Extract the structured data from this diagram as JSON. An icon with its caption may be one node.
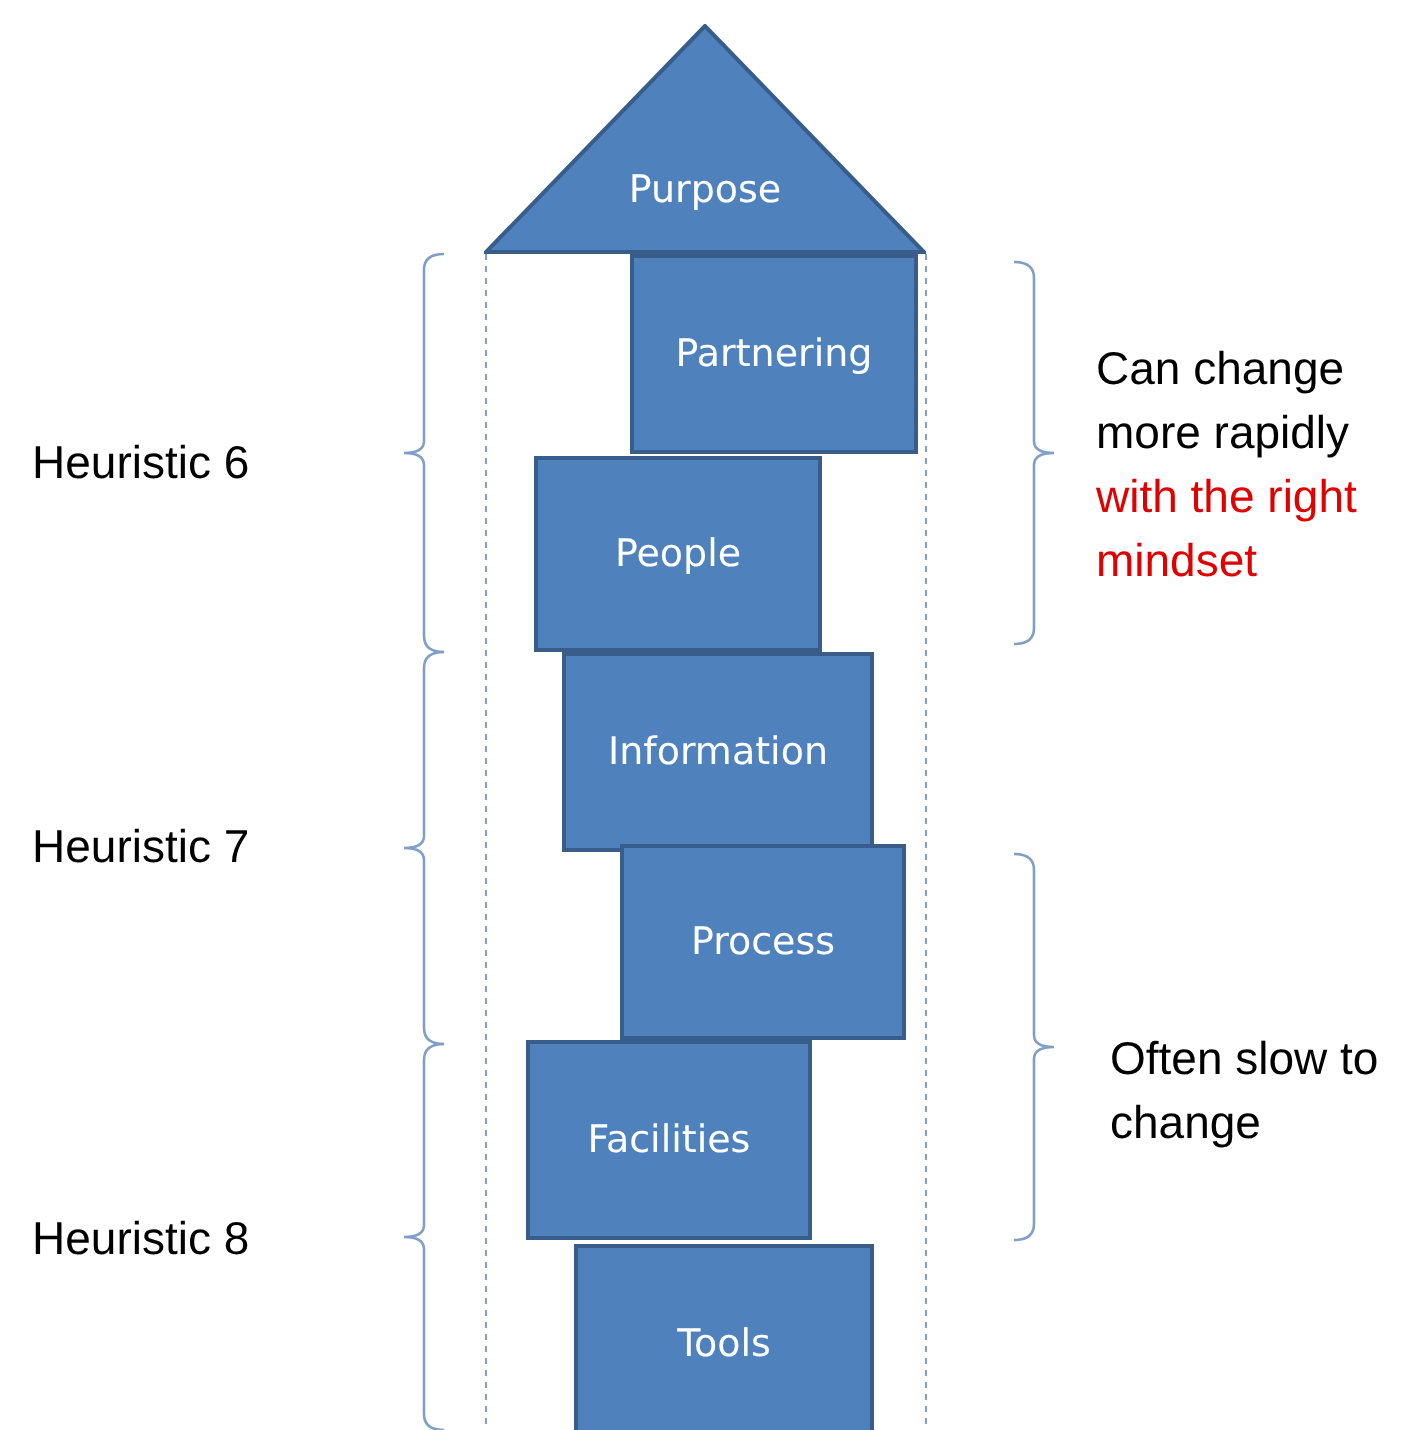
{
  "diagram": {
    "nodes": [
      {
        "text": [
          "Purpose"
        ]
      },
      {
        "text": [
          "Partnering"
        ]
      },
      {
        "text": [
          "People"
        ]
      },
      {
        "text": [
          "Information"
        ]
      },
      {
        "text": [
          "Process"
        ]
      },
      {
        "text": [
          "Facilities"
        ]
      },
      {
        "text": [
          "Tools"
        ]
      }
    ],
    "edges": [],
    "labels": [
      "Heuristic 6",
      "Can change more rapidly",
      "with the right mindset",
      "Heuristic 7",
      "Often slow to change",
      "Heuristic 8"
    ]
  }
}
